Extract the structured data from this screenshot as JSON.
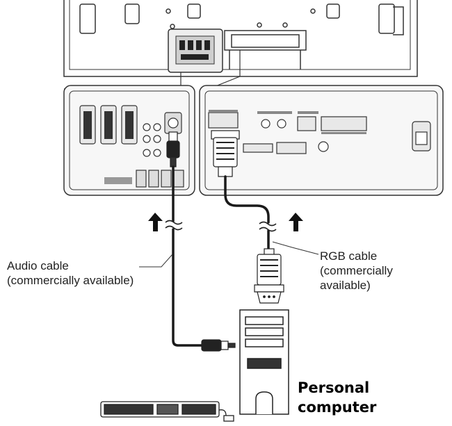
{
  "labels": {
    "audio_cable": "Audio cable\n(commercially available)",
    "rgb_cable": "RGB cable\n(commercially\navailable)",
    "personal_computer": "Personal\ncomputer"
  },
  "colors": {
    "line": "#222222",
    "panel_fill": "#f7f7f7",
    "panel_stroke": "#333333",
    "cable": "#1a1a1a"
  }
}
